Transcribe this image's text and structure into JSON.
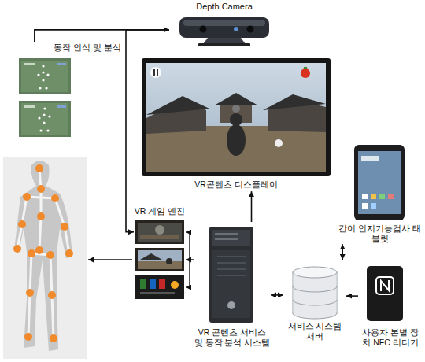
{
  "diagram": {
    "nodes": [
      {
        "text": [
          "Depth Camera"
        ]
      },
      {
        "text": [
          "동작 인식 및 분석"
        ]
      },
      {
        "text": [
          "VR콘텐츠 디스플레이"
        ]
      },
      {
        "text": [
          "간이 인지기능검사 태블릿"
        ]
      },
      {
        "text": [
          "VR 게임 엔진"
        ]
      },
      {
        "text": [
          "VR 콘텐츠 서비스 및 동작 분석 시스템"
        ]
      },
      {
        "text": [
          "서비스 시스템 서버"
        ]
      },
      {
        "text": [
          "사용자 본별 장치 NFC 리더기"
        ]
      }
    ],
    "edges": [
      {
        "from": 1,
        "to": 0,
        "arrow": "to"
      },
      {
        "from": 0,
        "to": 4,
        "arrow": "to"
      },
      {
        "from": 5,
        "to": 2,
        "arrow": "to"
      },
      {
        "from": 5,
        "to": 4,
        "arrow": "to"
      },
      {
        "from": 5,
        "to": 6,
        "arrow": "both"
      },
      {
        "from": 6,
        "to": 3,
        "arrow": "both"
      },
      {
        "from": 7,
        "to": 6,
        "arrow": "to"
      }
    ]
  }
}
